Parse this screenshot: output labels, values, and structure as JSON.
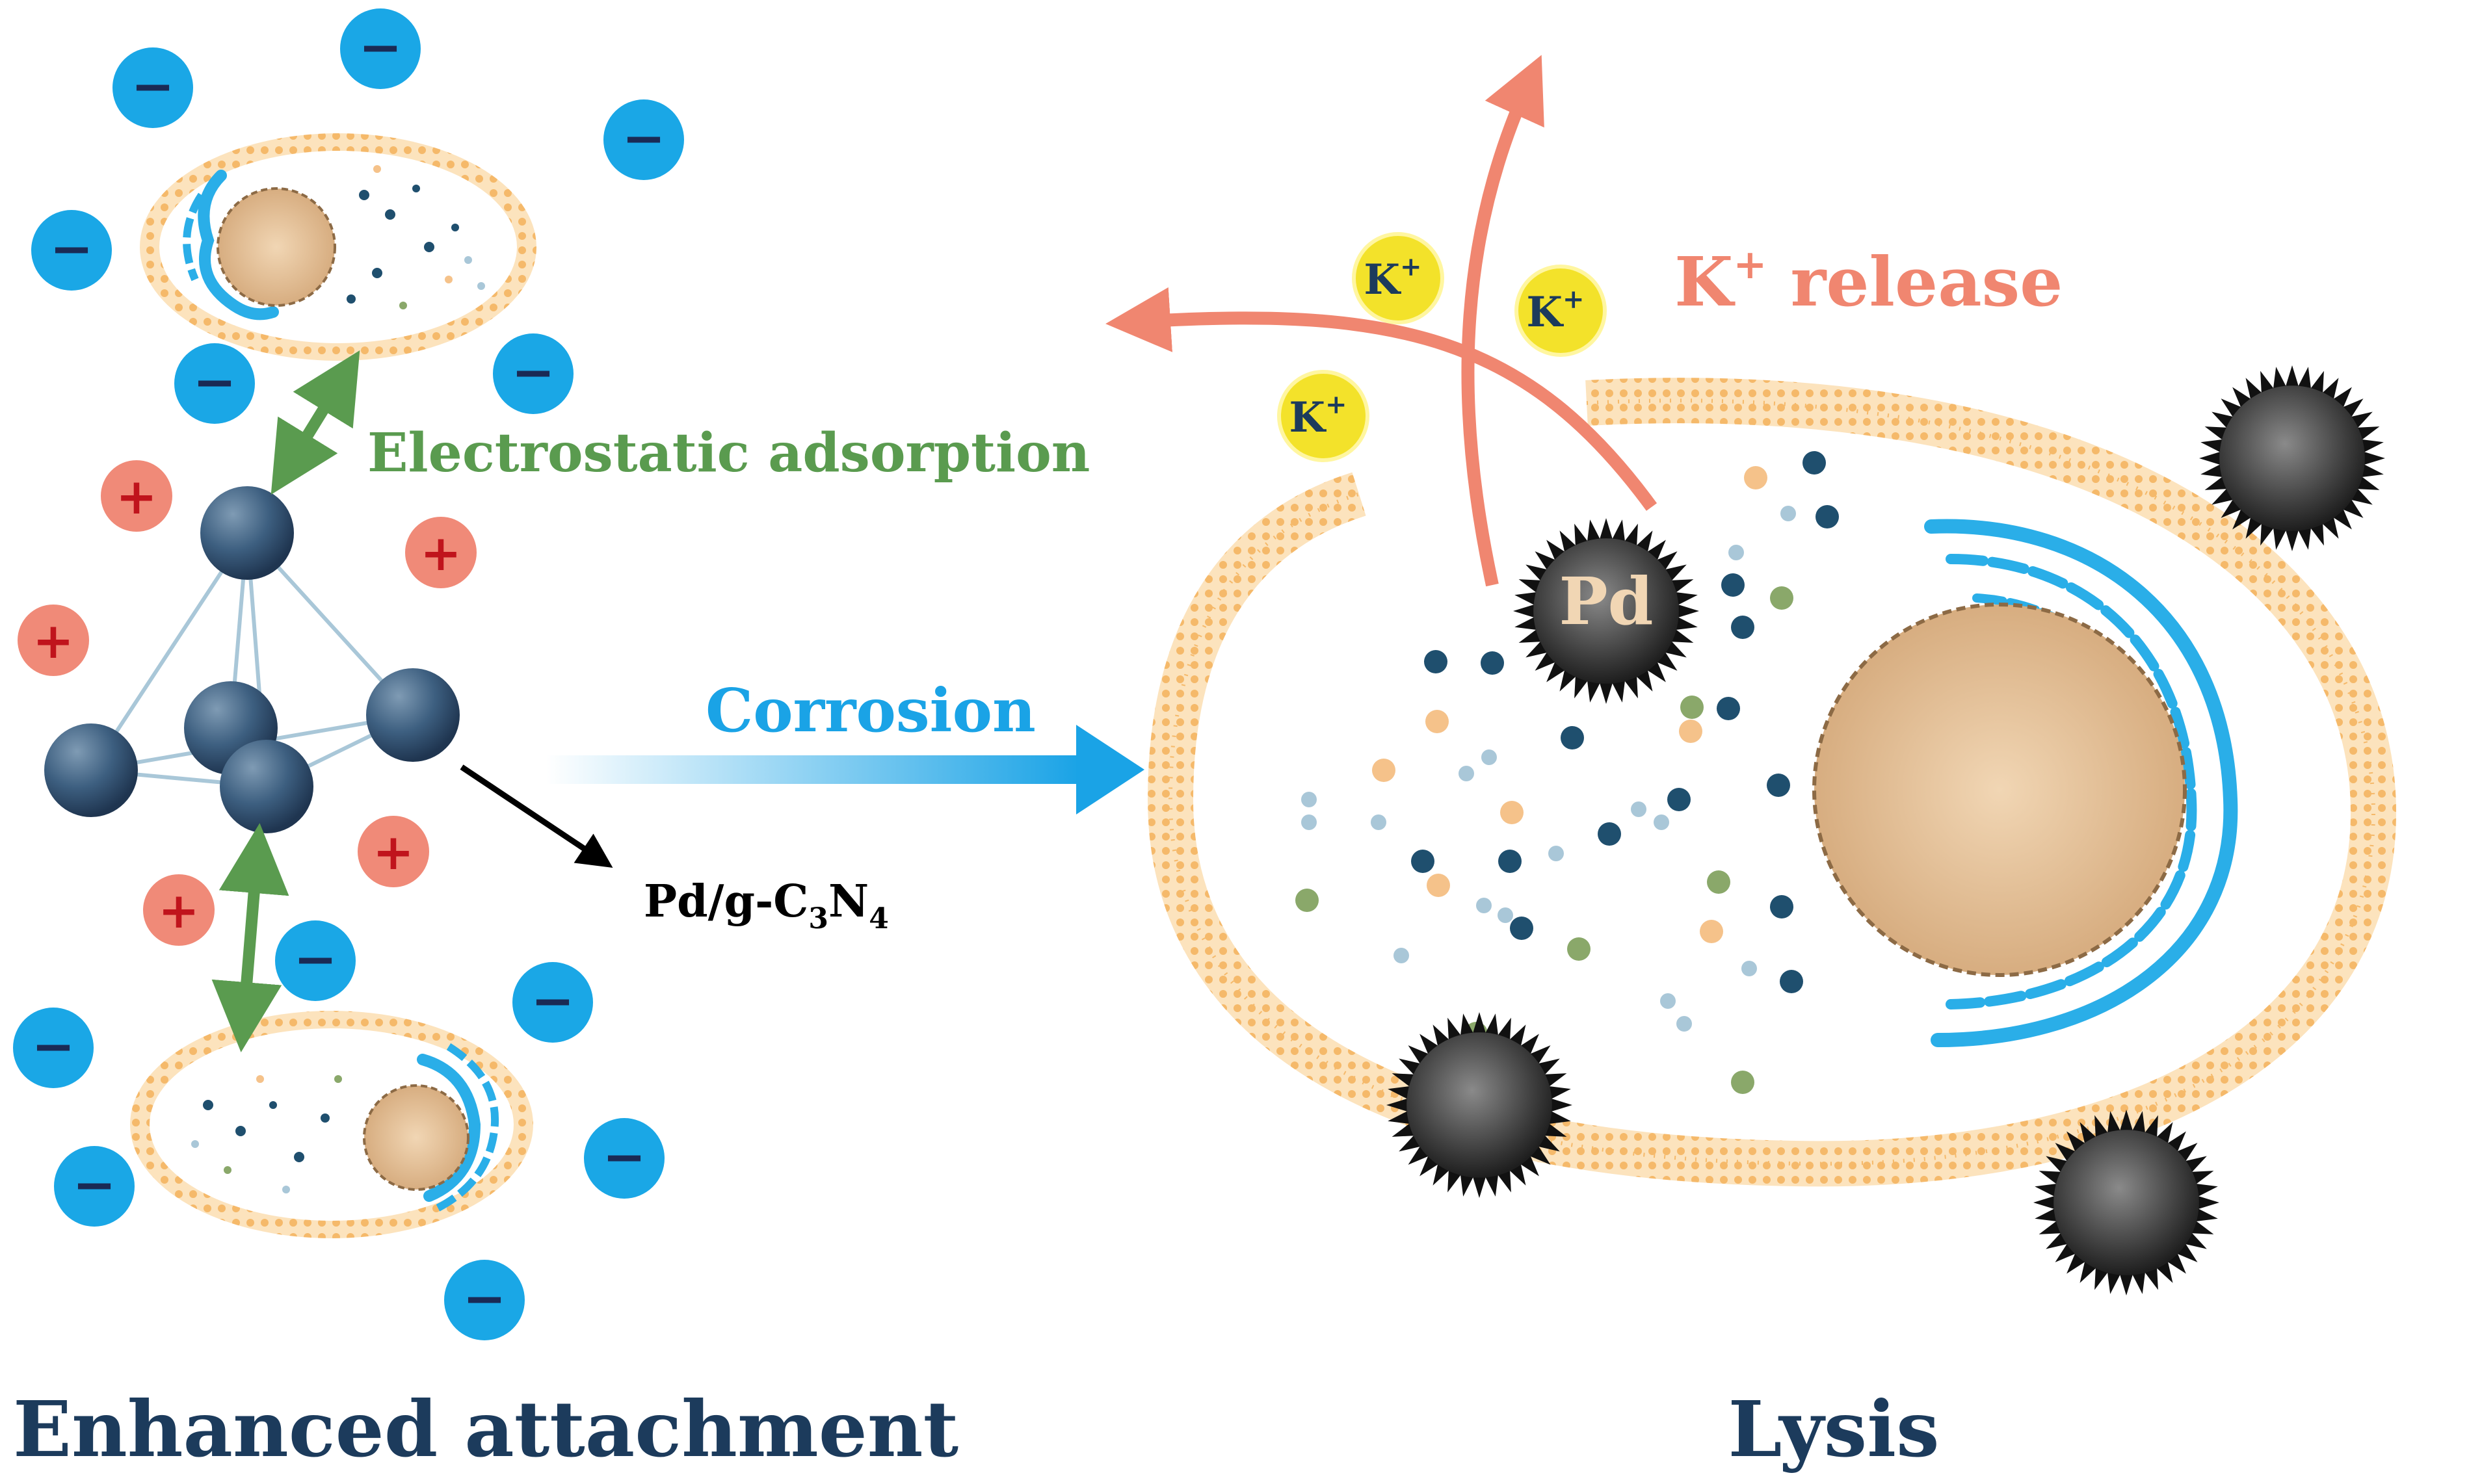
{
  "labels": {
    "electrostatic": "Electrostatic adsorption",
    "corrosion": "Corrosion",
    "catalyst_prefix": "Pd/g-C",
    "catalyst_sub1": "3",
    "catalyst_mid": "N",
    "catalyst_sub2": "4",
    "k_release_main": "K",
    "k_release_sup": "+",
    "k_release_rest": " release",
    "pd": "Pd",
    "enhanced": "Enhanced attachment",
    "lysis": "Lysis"
  },
  "ions": {
    "negative": "−",
    "positive": "+",
    "potassium": "K",
    "potassium_sup": "+"
  },
  "colors": {
    "negative_ion": "#1aa7e6",
    "positive_ion": "#f08a78",
    "membrane": "#f5b96a",
    "nucleus": "#deb98f",
    "er": "#2aaee8",
    "catalyst_atom": "#2f4f6e",
    "k_release": "#f08670",
    "green_arrow": "#5a9b4f",
    "corrosion_arrow": "#1aa3e6",
    "potassium": "#f3e22a",
    "pd_particle": "#3a3a3a"
  }
}
